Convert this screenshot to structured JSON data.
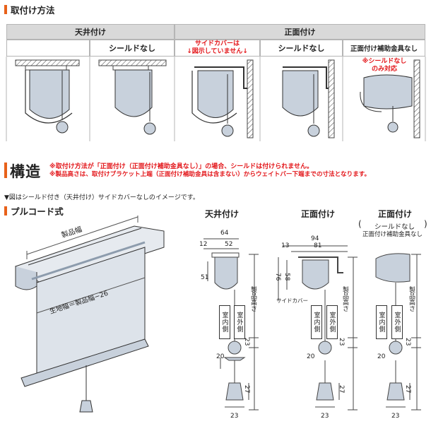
{
  "colors": {
    "accent": "#e8611a",
    "red": "#e3161a",
    "blind": "#c8d1dc",
    "blind_dark": "#8d9cad"
  },
  "mounting": {
    "title": "取付け方法",
    "ceiling": {
      "label": "天井付け",
      "col1": "",
      "col2": "シールドなし"
    },
    "front": {
      "label": "正面付け",
      "col1_note": "サイドカバーは\n↓図示していません↓",
      "col2": "シールドなし",
      "col3": "正面付け補助金具なし",
      "col3_note": "※シールドなし\nのみ対応"
    }
  },
  "structure": {
    "title": "構造",
    "note1": "※取付け方法が「正面付け（正面付け補助金具なし）」の場合、シールドは付けられません。",
    "note2": "※製品高さは、取付けブラケット上端（正面付け補助金具は含まない）からウェイトバー下端までの寸法となります。",
    "caption": "▼図はシールド付き（天井付け）サイドカバーなしのイメージです。",
    "pullcord_title": "プルコード式",
    "product_width": "製品幅",
    "fabric_width": "生地幅＝製品幅−26"
  },
  "dims": {
    "ceiling": {
      "title": "天井付け",
      "d64": "64",
      "d12": "12",
      "d52": "52",
      "d51": "51",
      "height": "製品高さ",
      "indoor": "室内側",
      "outdoor": "室外側",
      "d23a": "23",
      "d20": "20",
      "d27": "27",
      "d23b": "23"
    },
    "front": {
      "title": "正面付け",
      "d94": "94",
      "d13": "13",
      "d81": "81",
      "d76": "76",
      "d58": "58",
      "side_cover": "サイドカバー",
      "height": "製品高さ",
      "indoor": "室内側",
      "outdoor": "室外側",
      "d23a": "23",
      "d20": "20",
      "d27": "27",
      "d23b": "23"
    },
    "front2": {
      "title": "正面付け",
      "sub1": "シールドなし",
      "sub2": "正面付け補助金具なし",
      "height": "製品高さ",
      "indoor": "室内側",
      "outdoor": "室外側",
      "d23a": "23",
      "d20": "20",
      "d27": "27",
      "d23b": "23"
    }
  }
}
